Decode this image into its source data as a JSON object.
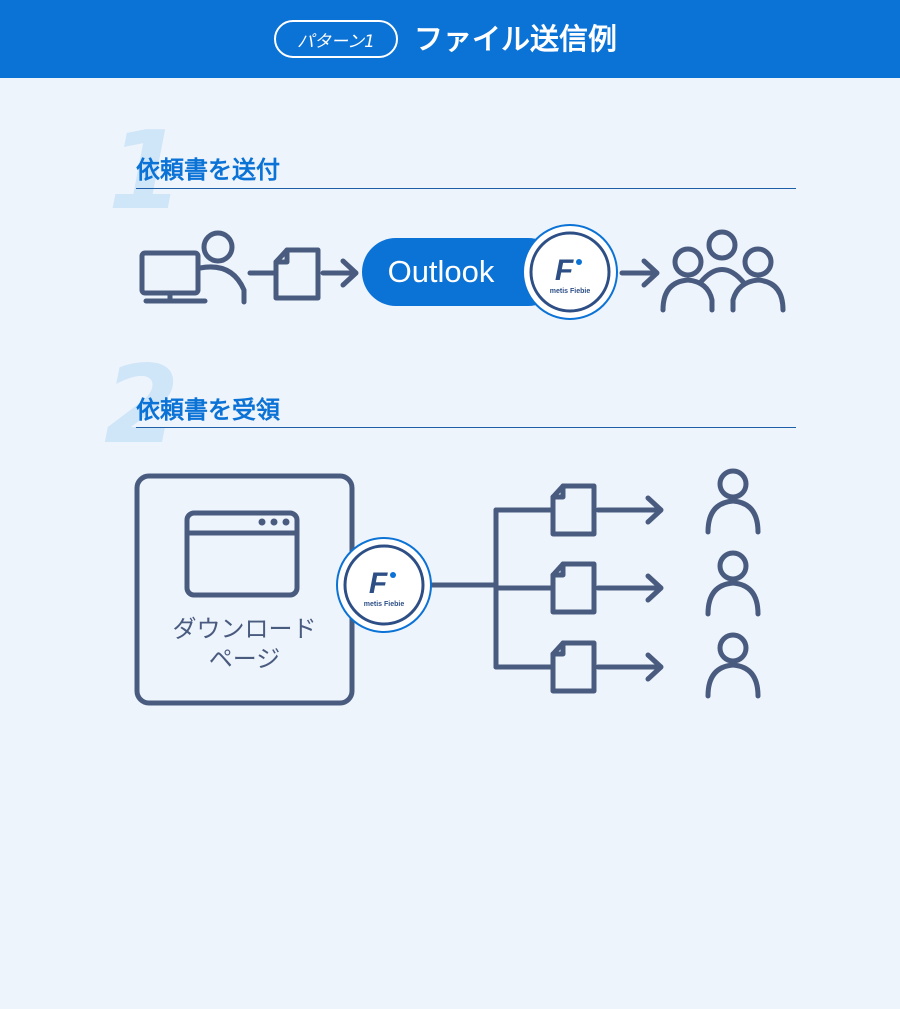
{
  "header": {
    "pattern_label": "パターン1",
    "title": "ファイル送信例",
    "bg_color": "#0b72d6"
  },
  "steps": [
    {
      "number": "1",
      "title": "依頼書を送付"
    },
    {
      "number": "2",
      "title": "依頼書を受領"
    }
  ],
  "step1": {
    "outlook_label": "Outlook",
    "brand_label": "metis Fiebie"
  },
  "step2": {
    "download_label_line1": "ダウンロード",
    "download_label_line2": "ページ",
    "brand_label": "metis Fiebie"
  },
  "colors": {
    "accent": "#0b72d6",
    "icon_stroke": "#4a5b80",
    "background": "#eef4fc"
  }
}
